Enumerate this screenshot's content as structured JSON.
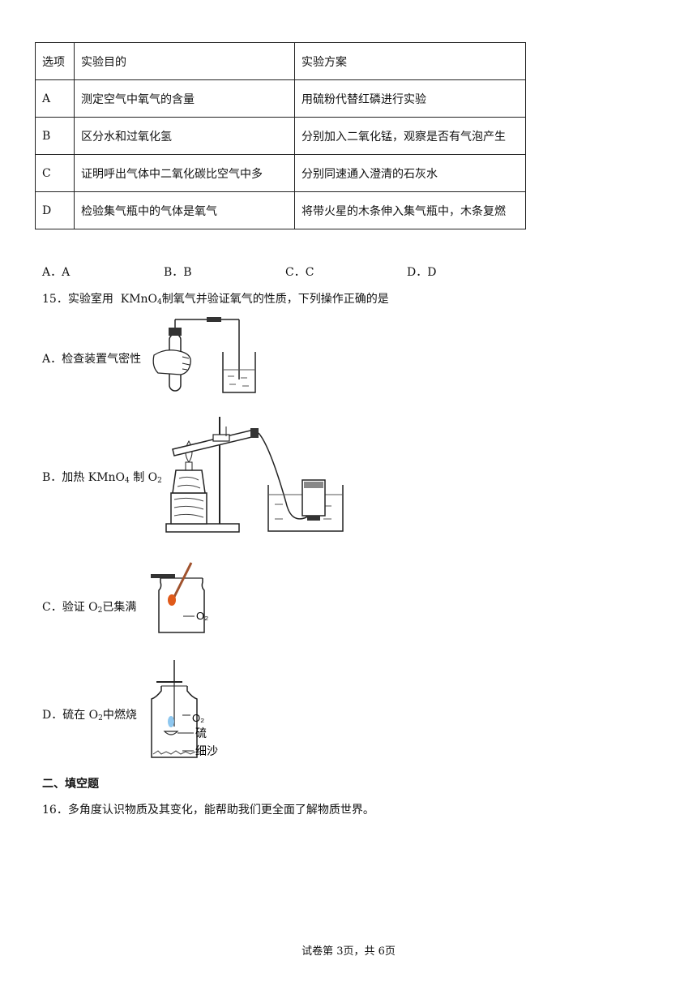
{
  "table": {
    "headers": [
      "选项",
      "实验目的",
      "实验方案"
    ],
    "rows": [
      [
        "A",
        "测定空气中氧气的含量",
        "用硫粉代替红磷进行实验"
      ],
      [
        "B",
        "区分水和过氧化氢",
        "分别加入二氧化锰，观察是否有气泡产生"
      ],
      [
        "C",
        "证明呼出气体中二氧化碳比空气中多",
        "分别同速通入澄清的石灰水"
      ],
      [
        "D",
        "检验集气瓶中的气体是氧气",
        "将带火星的木条伸入集气瓶中，木条复燃"
      ]
    ]
  },
  "q14_options": [
    "A．A",
    "B．B",
    "C．C",
    "D．D"
  ],
  "q15": {
    "stem_pre": "15．实验室用",
    "formula_main": "KMnO",
    "formula_sub": "4",
    "stem_post": "制氧气并验证氧气的性质，下列操作正确的是",
    "options": [
      {
        "pre": "A．检查装置气密性",
        "sub": "",
        "mid": "",
        "sub2": "",
        "post": ""
      },
      {
        "pre": "B．加热 KMnO",
        "sub": "4",
        "mid": "制 O",
        "sub2": "2",
        "post": ""
      },
      {
        "pre": "C．验证 O",
        "sub": "2",
        "mid": "已集满",
        "sub2": "",
        "post": ""
      },
      {
        "pre": "D．硫在 O",
        "sub": "2",
        "mid": "中燃烧",
        "sub2": "",
        "post": ""
      }
    ],
    "fig_c_label": "O₂",
    "fig_d_labels": [
      "O₂",
      "硫",
      "细沙"
    ]
  },
  "section2_title": "二、填空题",
  "q16": "16．多角度认识物质及其变化，能帮助我们更全面了解物质世界。",
  "footer": "试卷第 3页，共 6页"
}
